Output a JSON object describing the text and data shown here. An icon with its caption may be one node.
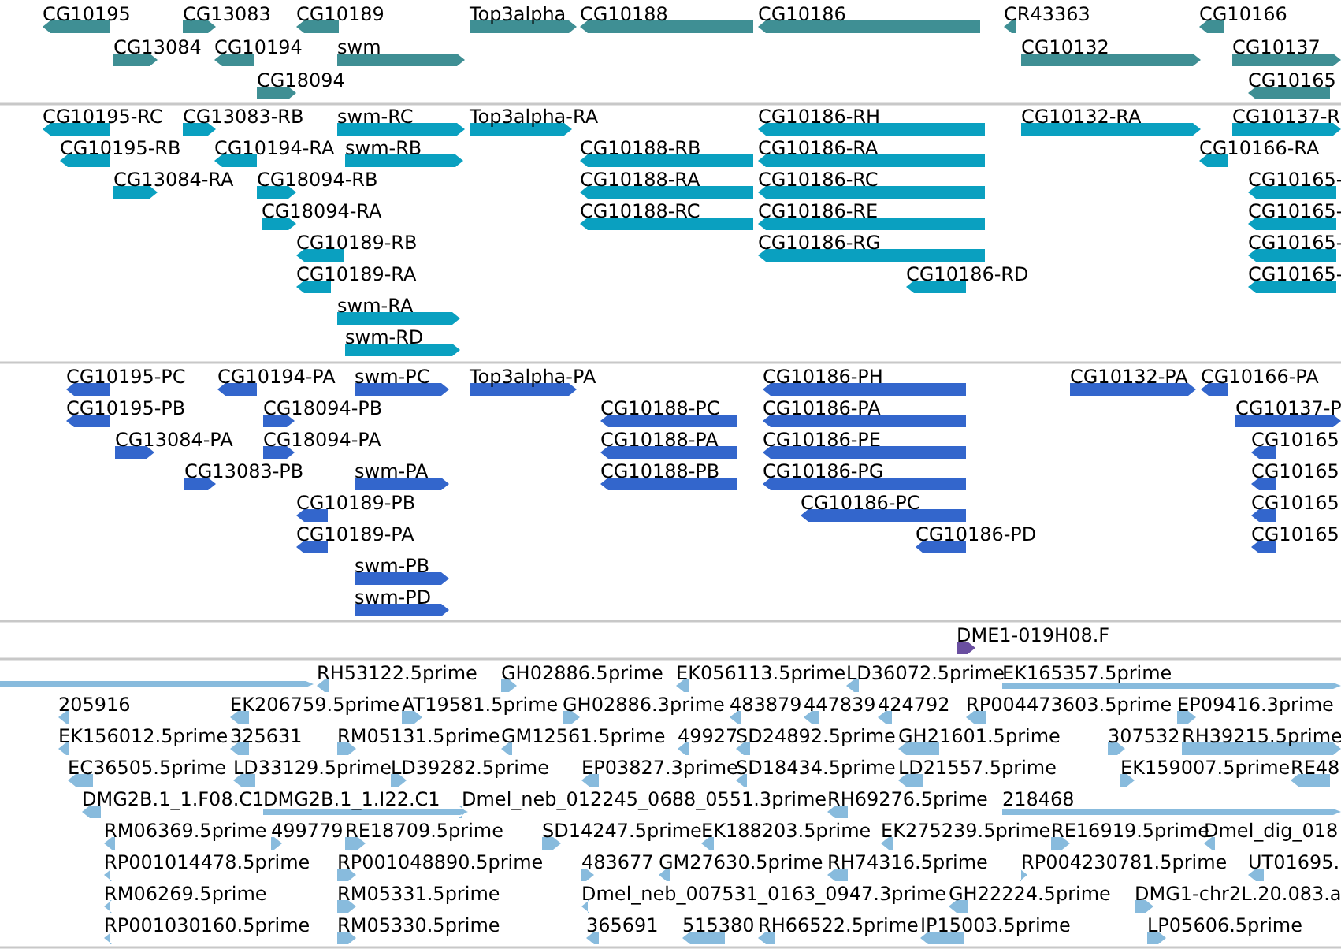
{
  "diagram": {
    "labels": [
      "CG10195",
      "CG13083",
      "CG10189",
      "Top3alpha",
      "CG10188",
      "CG10186",
      "CR43363",
      "CG10166",
      "CG13084",
      "CG10194",
      "swm",
      "CG10132",
      "CG10137",
      "CG18094",
      "CG10165",
      "CG10195-RC",
      "CG13083-RB",
      "swm-RC",
      "Top3alpha-RA",
      "CG10186-RH",
      "CG10132-RA",
      "CG10137-R",
      "CG10195-RB",
      "CG10194-RA",
      "swm-RB",
      "CG10188-RB",
      "CG10186-RA",
      "CG10166-RA",
      "CG13084-RA",
      "CG18094-RB",
      "CG10188-RA",
      "CG10186-RC",
      "CG10165-",
      "CG18094-RA",
      "CG10188-RC",
      "CG10186-RE",
      "CG10165-",
      "CG10189-RB",
      "CG10186-RG",
      "CG10165-",
      "CG10189-RA",
      "CG10186-RD",
      "CG10165-",
      "swm-RA",
      "swm-RD",
      "CG10195-PC",
      "CG10194-PA",
      "swm-PC",
      "Top3alpha-PA",
      "CG10186-PH",
      "CG10132-PA",
      "CG10166-PA",
      "CG10195-PB",
      "CG18094-PB",
      "CG10188-PC",
      "CG10186-PA",
      "CG10137-P",
      "CG13084-PA",
      "CG18094-PA",
      "CG10188-PA",
      "CG10186-PE",
      "CG10165",
      "CG13083-PB",
      "swm-PA",
      "CG10188-PB",
      "CG10186-PG",
      "CG10165",
      "CG10189-PB",
      "CG10186-PC",
      "CG10165",
      "CG10189-PA",
      "CG10186-PD",
      "CG10165",
      "swm-PB",
      "swm-PD",
      "DME1-019H08.F",
      "RH53122.5prime",
      "GH02886.5prime",
      "EK056113.5prime",
      "LD36072.5prime",
      "EK165357.5prime",
      "205916",
      "EK206759.5prime",
      "AT19581.5prime",
      "GH02886.3prime",
      "483879",
      "447839",
      "424792",
      "RP004473603.5prime",
      "EP09416.3prime",
      "EK156012.5prime",
      "325631",
      "RM05131.5prime",
      "GM12561.5prime",
      "49927",
      "SD24892.5prime",
      "GH21601.5prime",
      "307532",
      "RH39215.5prime",
      "EC36505.5prime",
      "LD33129.5prime",
      "LD39282.5prime",
      "EP03827.3prime",
      "SD18434.5prime",
      "LD21557.5prime",
      "EK159007.5prime",
      "RE48",
      "DMG2B.1_1.F08.C1",
      "DMG2B.1_1.I22.C1",
      "Dmel_neb_012245_0688_0551.3prime",
      "RH69276.5prime",
      "218468",
      "RM06369.5prime",
      "499779",
      "RE18709.5prime",
      "SD14247.5prime",
      "EK188203.5prime",
      "EK275239.5prime",
      "RE16919.5prime",
      "Dmel_dig_018",
      "RP001014478.5prime",
      "RP001048890.5prime",
      "483677",
      "GM27630.5prime",
      "RH74316.5prime",
      "RP004230781.5prime",
      "UT01695.",
      "RM06269.5prime",
      "RM05331.5prime",
      "Dmel_neb_007531_0163_0947.3prime",
      "GH22224.5prime",
      "DMG1-chr2L.20.083.a",
      "RP001030160.5prime",
      "RM05330.5prime",
      "365691",
      "515380",
      "RH66522.5prime",
      "IP15003.5prime",
      "LP05606.5prime"
    ]
  }
}
